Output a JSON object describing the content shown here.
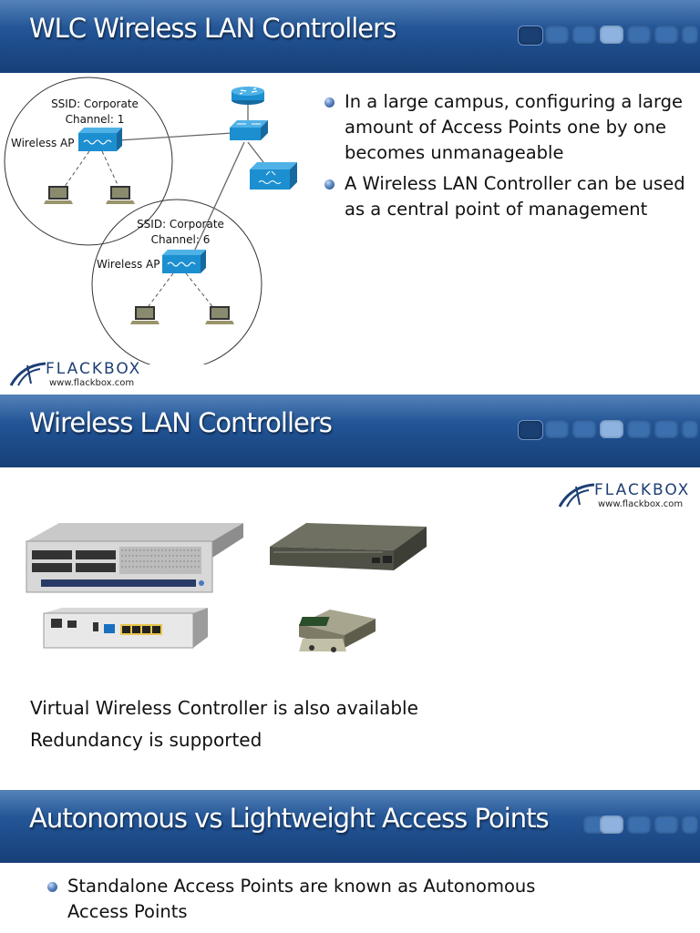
{
  "slide1": {
    "title": "WLC Wireless LAN Controllers",
    "diagram": {
      "cell1_ssid": "SSID: Corporate",
      "cell1_channel": "Channel: 1",
      "cell1_ap_label": "Wireless AP",
      "cell2_ssid": "SSID: Corporate",
      "cell2_channel": "Channel: 6",
      "cell2_ap_label": "Wireless AP"
    },
    "bullets": [
      "In a large campus, configuring a large amount of Access Points one by one becomes unmanageable",
      "A Wireless LAN Controller can be used as a central point of management"
    ],
    "logo": {
      "word": "FLACKBOX",
      "url": "www.flackbox.com"
    }
  },
  "slide2": {
    "title": "Wireless LAN Controllers",
    "logo": {
      "word": "FLACKBOX",
      "url": "www.flackbox.com"
    },
    "lines": [
      "Virtual Wireless Controller is also available",
      "Redundancy is supported"
    ]
  },
  "slide3": {
    "title": "Autonomous vs Lightweight Access Points",
    "bullets": [
      "Standalone Access Points are known as Autonomous Access Points"
    ]
  },
  "colors": {
    "title_bar": "#1f4f8f",
    "device_blue": "#1c8fd0",
    "brand": "#1e3f74"
  }
}
